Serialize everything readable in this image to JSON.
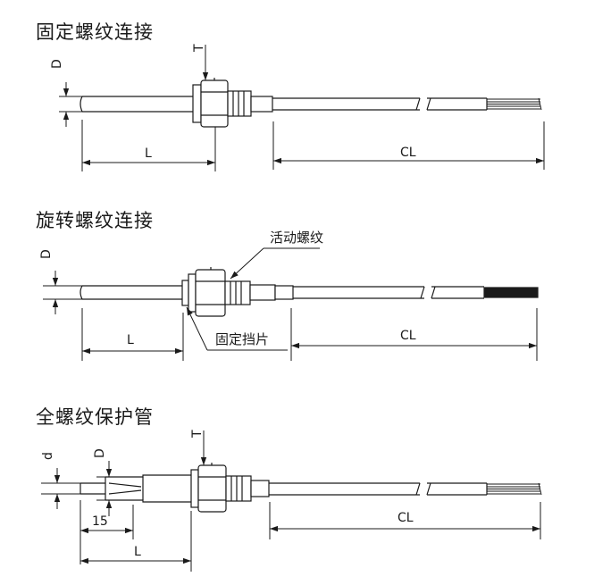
{
  "diagrams": [
    {
      "title": "固定螺纹连接",
      "labels": {
        "D": "D",
        "T": "T",
        "L": "L",
        "CL": "CL"
      }
    },
    {
      "title": "旋转螺纹连接",
      "labels": {
        "D": "D",
        "L": "L",
        "CL": "CL",
        "movable_thread": "活动螺纹",
        "fixed_stop": "固定挡片"
      }
    },
    {
      "title": "全螺纹保护管",
      "labels": {
        "d": "d",
        "D": "D",
        "T": "T",
        "dim_15": "15",
        "L": "L",
        "CL": "CL"
      }
    }
  ]
}
